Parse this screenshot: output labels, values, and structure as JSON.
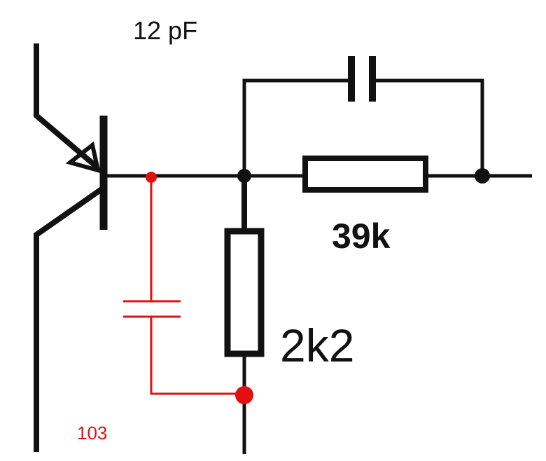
{
  "labels": {
    "cap_top": "12 pF",
    "res_horizontal": "39k",
    "res_vertical": "2k2",
    "cap_red": "103"
  },
  "colors": {
    "wire": "#111111",
    "added": "#e01010",
    "background": "#ffffff"
  }
}
